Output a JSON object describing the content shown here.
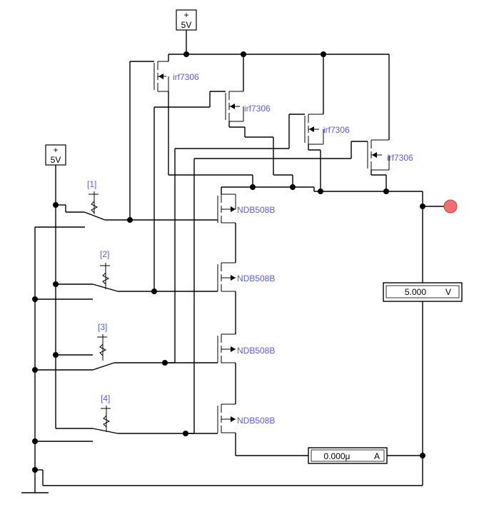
{
  "supplies": [
    {
      "plus": "+",
      "value": "5V"
    },
    {
      "plus": "+",
      "value": "5V"
    }
  ],
  "pmos": [
    "irf7306",
    "irf7306",
    "irf7306",
    "irf7306"
  ],
  "nmos": [
    "NDB508B",
    "NDB508B",
    "NDB508B",
    "NDB508B"
  ],
  "switches": [
    "[1]",
    "[2]",
    "[3]",
    "[4]"
  ],
  "voltmeter": {
    "value": "5.000",
    "unit": "V"
  },
  "ammeter": {
    "value": "0.000μ",
    "unit": "A"
  },
  "colors": {
    "label": "#5a5ae6",
    "output_probe": "#f07070"
  }
}
